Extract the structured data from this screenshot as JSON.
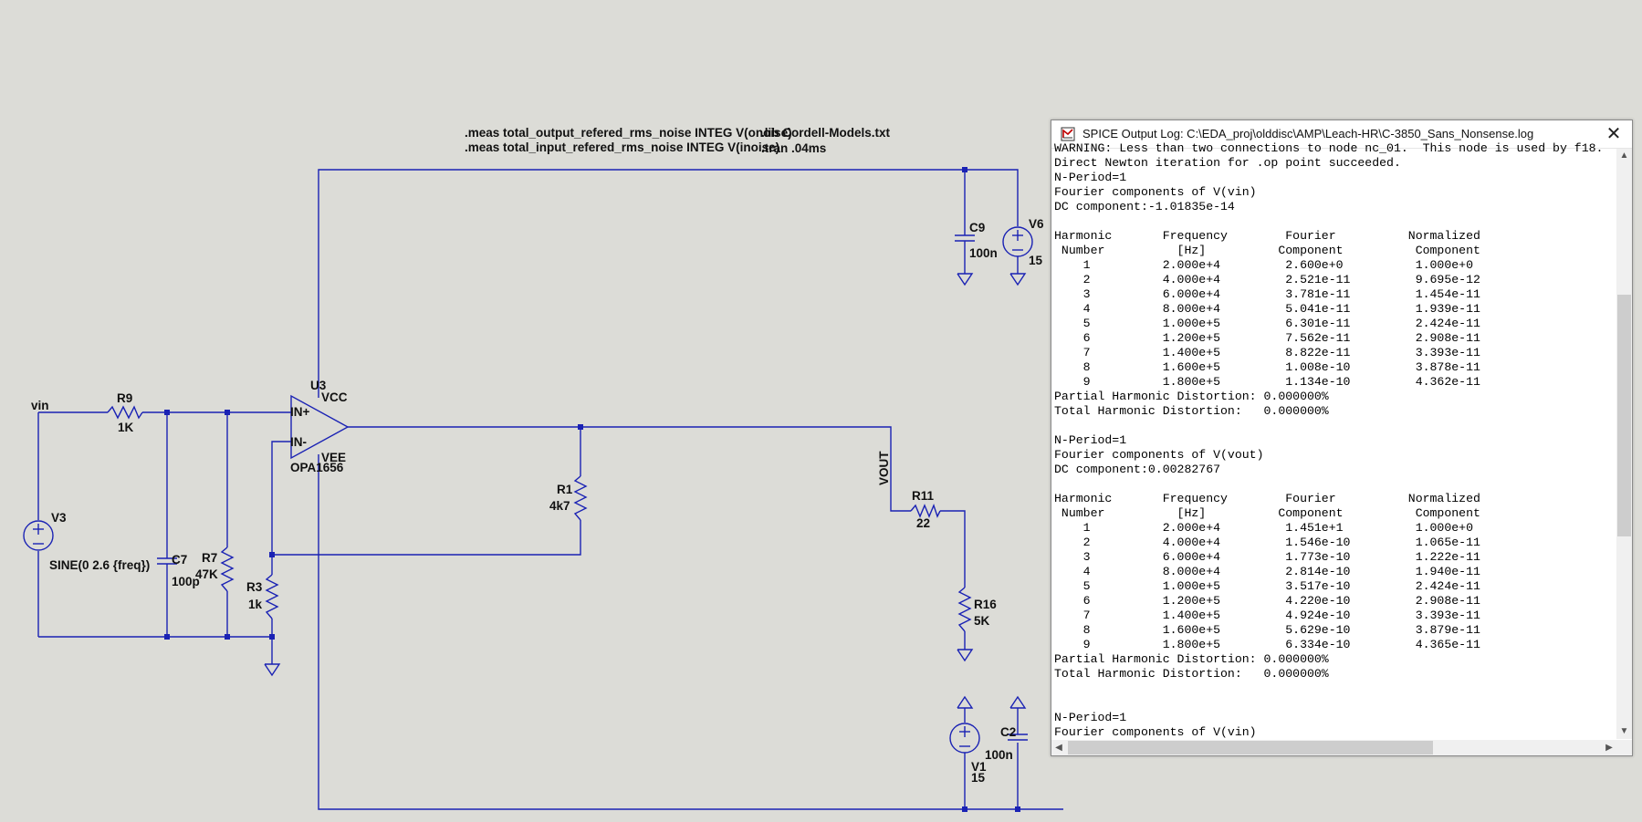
{
  "schematic": {
    "directives": [
      ".meas total_output_refered_rms_noise INTEG V(onoise)",
      ".meas total_input_refered_rms_noise INTEG V(inoise)",
      ".lib Cordell-Models.txt",
      ".tran .04ms"
    ],
    "net_labels": {
      "vin": "vin",
      "vout": "VOUT"
    },
    "components": {
      "r9": {
        "name": "R9",
        "value": "1K"
      },
      "c7": {
        "name": "C7",
        "value": "100p"
      },
      "r7": {
        "name": "R7",
        "value": "47K"
      },
      "r3": {
        "name": "R3",
        "value": "1k"
      },
      "r1": {
        "name": "R1",
        "value": "4k7"
      },
      "r11": {
        "name": "R11",
        "value": "22"
      },
      "r16": {
        "name": "R16",
        "value": "5K"
      },
      "c9": {
        "name": "C9",
        "value": "100n"
      },
      "c2": {
        "name": "C2",
        "value": "100n"
      },
      "v6": {
        "name": "V6",
        "value": "15"
      },
      "v1": {
        "name": "V1",
        "value": "15"
      },
      "v3": {
        "name": "V3",
        "value": "SINE(0 2.6 {freq})"
      },
      "u3": {
        "name": "U3",
        "model": "OPA1656",
        "pin_inp": "IN+",
        "pin_inn": "IN-",
        "pin_vcc": "VCC",
        "pin_vee": "VEE"
      }
    },
    "colors": {
      "wire": "#1a22b4",
      "background": "#dcdcd7"
    }
  },
  "spice_log": {
    "title": "SPICE Output Log: C:\\EDA_proj\\olddisc\\AMP\\Leach-HR\\C-3850_Sans_Nonsense.log",
    "close_label": "✕",
    "lines": [
      "WARNING: Less than two connections to node nc_01.  This node is used by f18.",
      "Direct Newton iteration for .op point succeeded.",
      "N-Period=1",
      "Fourier components of V(vin)",
      "DC component:-1.01835e-14",
      "",
      "Harmonic       Frequency        Fourier          Normalized",
      " Number          [Hz]          Component          Component",
      "    1          2.000e+4         2.600e+0          1.000e+0",
      "    2          4.000e+4         2.521e-11         9.695e-12",
      "    3          6.000e+4         3.781e-11         1.454e-11",
      "    4          8.000e+4         5.041e-11         1.939e-11",
      "    5          1.000e+5         6.301e-11         2.424e-11",
      "    6          1.200e+5         7.562e-11         2.908e-11",
      "    7          1.400e+5         8.822e-11         3.393e-11",
      "    8          1.600e+5         1.008e-10         3.878e-11",
      "    9          1.800e+5         1.134e-10         4.362e-11",
      "Partial Harmonic Distortion: 0.000000%",
      "Total Harmonic Distortion:   0.000000%",
      "",
      "N-Period=1",
      "Fourier components of V(vout)",
      "DC component:0.00282767",
      "",
      "Harmonic       Frequency        Fourier          Normalized",
      " Number          [Hz]          Component          Component",
      "    1          2.000e+4         1.451e+1          1.000e+0",
      "    2          4.000e+4         1.546e-10         1.065e-11",
      "    3          6.000e+4         1.773e-10         1.222e-11",
      "    4          8.000e+4         2.814e-10         1.940e-11",
      "    5          1.000e+5         3.517e-10         2.424e-11",
      "    6          1.200e+5         4.220e-10         2.908e-11",
      "    7          1.400e+5         4.924e-10         3.393e-11",
      "    8          1.600e+5         5.629e-10         3.879e-11",
      "    9          1.800e+5         6.334e-10         4.365e-11",
      "Partial Harmonic Distortion: 0.000000%",
      "Total Harmonic Distortion:   0.000000%",
      "",
      "",
      "N-Period=1",
      "Fourier components of V(vin)"
    ]
  }
}
